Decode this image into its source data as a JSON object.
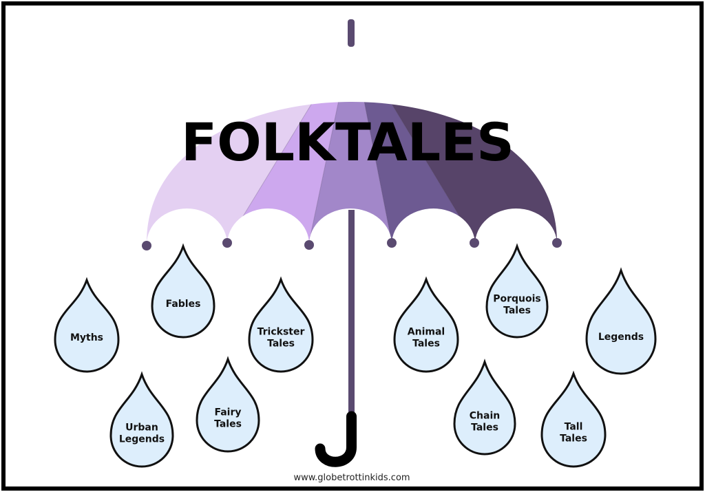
{
  "title": "FOLKTALES",
  "footer": "www.globetrottinkids.com",
  "colors": {
    "panels": [
      "#e4d0f2",
      "#cda8ee",
      "#a287c9",
      "#6d5a92",
      "#574469"
    ],
    "handle": "#5a4a70",
    "drop_fill": "#ddeefc",
    "outline": "#111111"
  },
  "drops": [
    {
      "lines": [
        "Myths"
      ]
    },
    {
      "lines": [
        "Fables"
      ]
    },
    {
      "lines": [
        "Trickster",
        "Tales"
      ]
    },
    {
      "lines": [
        "Urban",
        "Legends"
      ]
    },
    {
      "lines": [
        "Fairy",
        "Tales"
      ]
    },
    {
      "lines": [
        "Animal",
        "Tales"
      ]
    },
    {
      "lines": [
        "Porquois",
        "Tales"
      ]
    },
    {
      "lines": [
        "Legends"
      ]
    },
    {
      "lines": [
        "Chain",
        "Tales"
      ]
    },
    {
      "lines": [
        "Tall",
        "Tales"
      ]
    }
  ]
}
